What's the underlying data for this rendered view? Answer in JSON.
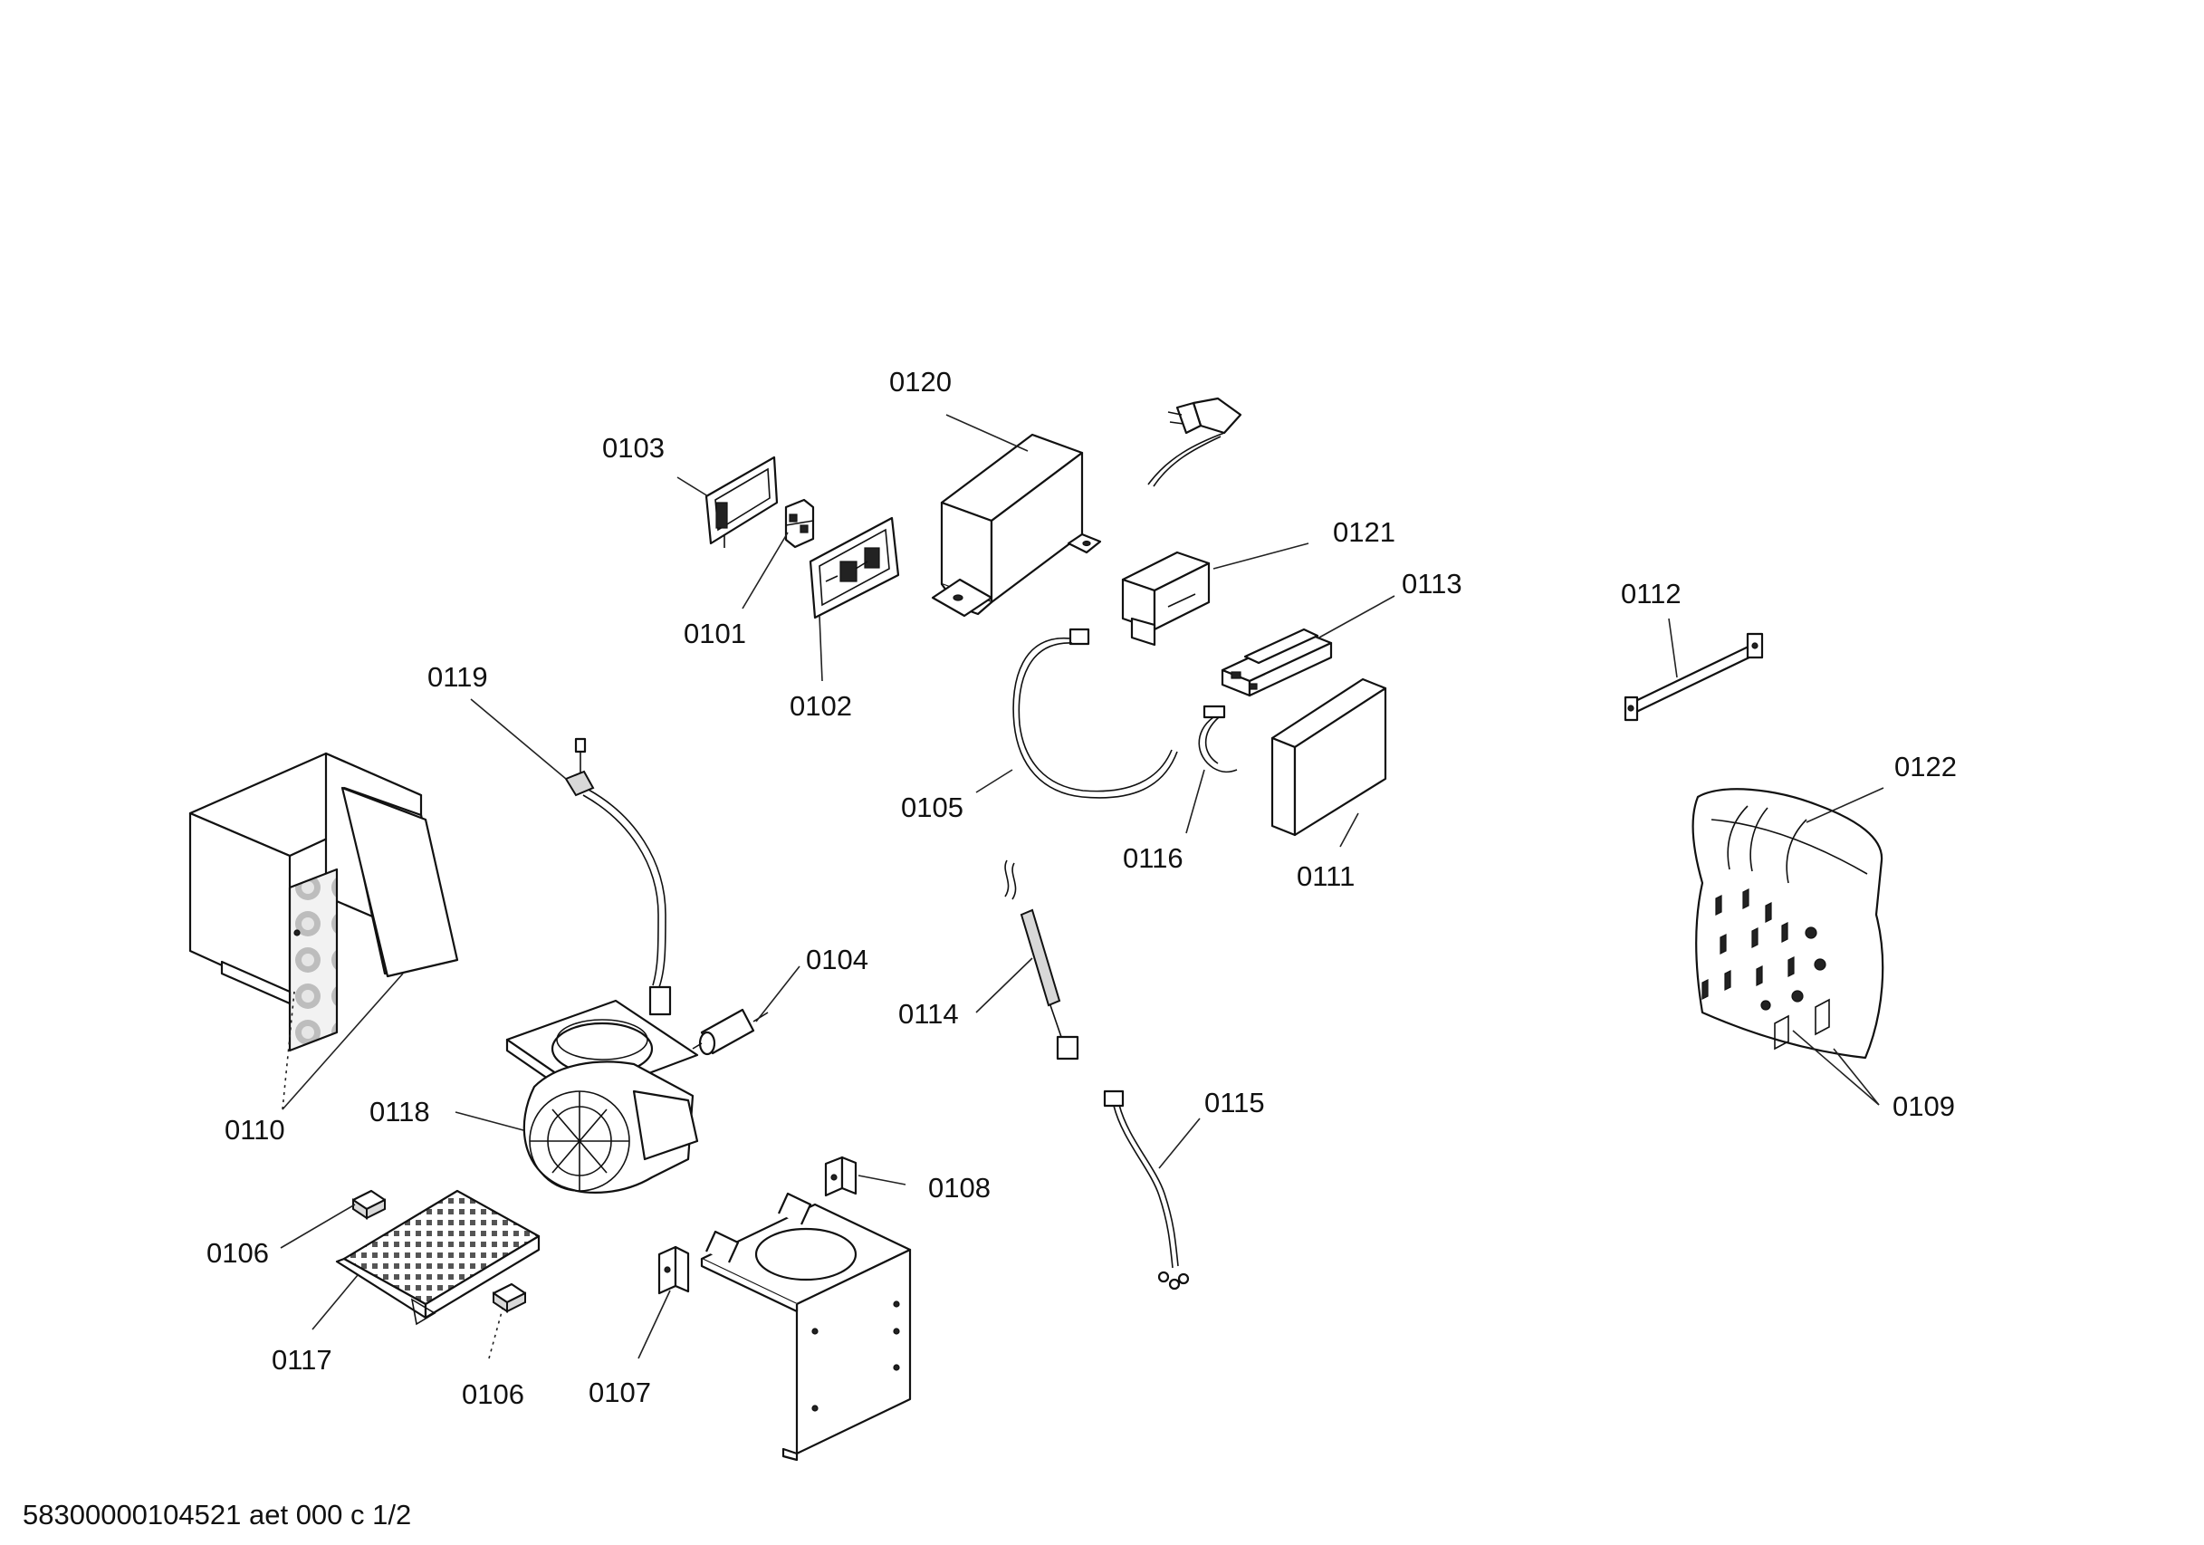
{
  "labels": {
    "p0101": "0101",
    "p0102": "0102",
    "p0103": "0103",
    "p0104": "0104",
    "p0105": "0105",
    "p0106a": "0106",
    "p0106b": "0106",
    "p0107": "0107",
    "p0108": "0108",
    "p0109": "0109",
    "p0110": "0110",
    "p0111": "0111",
    "p0112": "0112",
    "p0113": "0113",
    "p0114": "0114",
    "p0115": "0115",
    "p0116": "0116",
    "p0117": "0117",
    "p0118": "0118",
    "p0119": "0119",
    "p0120": "0120",
    "p0121": "0121",
    "p0122": "0122"
  },
  "footer": "58300000104521 aet 000 c 1/2"
}
